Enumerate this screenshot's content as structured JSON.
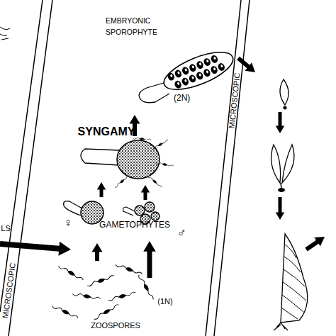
{
  "diagram": {
    "nodes": [
      {
        "text": [
          "EMBRYONIC SPOROPHYTE",
          "(2N)"
        ]
      }
    ],
    "labels": [
      "MICROSCOPIC",
      "SYNGAMY",
      "LS",
      "♀",
      "GAMETOPHYTES",
      "♂",
      "(1N)",
      "MICROSCOPIC",
      "ZOOSPORES"
    ]
  }
}
